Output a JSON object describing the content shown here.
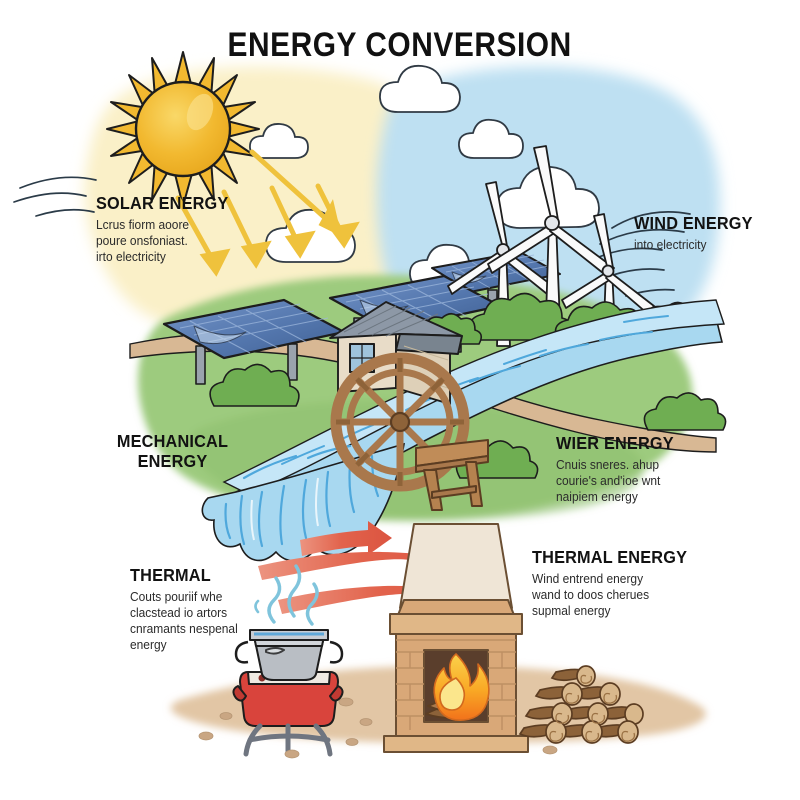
{
  "title": "ENERGY CONVERSION",
  "palette": {
    "sky_warm": "#FAF0C8",
    "sky_cool": "#BEE0F2",
    "land_green": "#9DCB7E",
    "land_green_dark": "#7FB862",
    "ground_tan": "#D8B894",
    "water_blue": "#A8D8F0",
    "water_stroke": "#4FA8DC",
    "sun_yellow": "#F2B930",
    "sun_light": "#F7CF5C",
    "ray_yellow": "#EFC23C",
    "panel_blue": "#5C7FB8",
    "panel_dark": "#3E5C8C",
    "turbine_white": "#FAFAFA",
    "arrow_red": "#E2634C",
    "brick_tan": "#D9A878",
    "flame_orange": "#F28C28",
    "flame_yellow": "#FBD24B",
    "log_brown": "#8C6239",
    "pot_gray": "#B9BEC4",
    "stove_red": "#D9443C",
    "steam_blue": "#7FC4DC",
    "outline": "#1d1d1d",
    "text": "#121212"
  },
  "labels": {
    "solar": {
      "heading": "SOLAR ENERGY",
      "body": "Lcrus fiorm aoore\npoure onsfoniast.\nirto electricity"
    },
    "wind": {
      "heading": "WIND ENERGY",
      "body": "into electricity"
    },
    "mechanical": {
      "heading": "MECHANICAL\nENERGY",
      "body": ""
    },
    "water": {
      "heading": "WIER ENERGY",
      "body": "Cnuis sneres. ahup\ncourie's and'ioe wnt\nnaipiem energy"
    },
    "thermal_right": {
      "heading": "THERMAL ENERGY",
      "body": "Wind entrend energy\nwand to doos cherues\nsupmal energy"
    },
    "thermal_left": {
      "heading": "THERMAL",
      "body": "Couts pouriif whe\nclacstead io artors\ncnramants nespenal\nenergy"
    }
  },
  "scene": {
    "sun": "sun-icon",
    "clouds": "cloud-icon",
    "wind_lines": "wind-lines-icon",
    "solar_panels": "solar-panel-icon",
    "wind_turbines": "wind-turbine-icon",
    "water_wheel": "water-wheel-icon",
    "mill_house": "mill-house-icon",
    "river": "river-icon",
    "waterfall": "waterfall-icon",
    "heat_arrows": "heat-arrow-icon",
    "fireplace": "fireplace-icon",
    "fire": "flame-icon",
    "log_pile": "log-pile-icon",
    "cooking_pot": "cooking-pot-icon",
    "stove": "stove-icon",
    "steam": "steam-icon",
    "bushes": "bush-icon"
  }
}
